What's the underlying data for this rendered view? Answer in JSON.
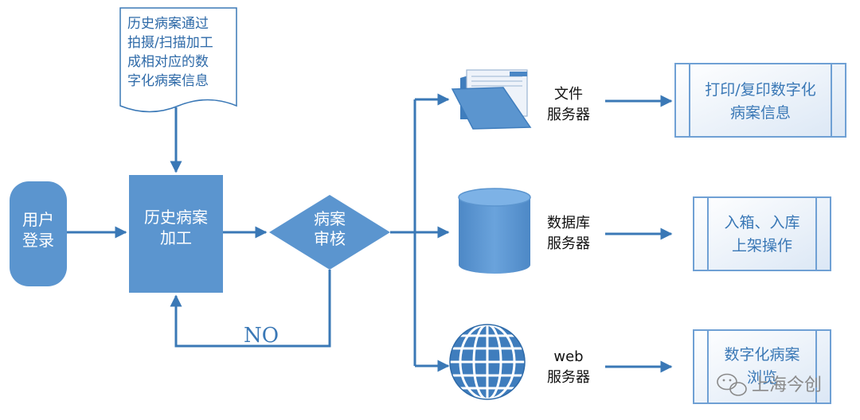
{
  "colors": {
    "primary": "#5b95cf",
    "arrow": "#3a78b6",
    "panel_text": "#3a78b6",
    "watermark": "#8a8a8a"
  },
  "document_note": {
    "lines": [
      "历史病案通过",
      "拍摄/扫描加工",
      "成相对应的数",
      "字化病案信息"
    ]
  },
  "user_login": {
    "lines": [
      "用户",
      "登录"
    ]
  },
  "process": {
    "lines": [
      "历史病案",
      "加工"
    ]
  },
  "review": {
    "lines": [
      "病案",
      "审核"
    ]
  },
  "loop_label": "NO",
  "servers": {
    "file": {
      "icon": "folder-icon",
      "lines": [
        "文件",
        "服务器"
      ]
    },
    "database": {
      "icon": "database-icon",
      "lines": [
        "数据库",
        "服务器"
      ]
    },
    "web": {
      "icon": "globe-icon",
      "lines": [
        "web",
        "服务器"
      ]
    }
  },
  "outputs": {
    "print": {
      "lines": [
        "打印/复印数字化",
        "病案信息"
      ]
    },
    "storage": {
      "lines": [
        "入箱、入库",
        "上架操作"
      ]
    },
    "browse": {
      "lines": [
        "数字化病案",
        "浏览"
      ]
    }
  },
  "watermark": {
    "icon": "wechat-icon",
    "text": "上海今创"
  }
}
